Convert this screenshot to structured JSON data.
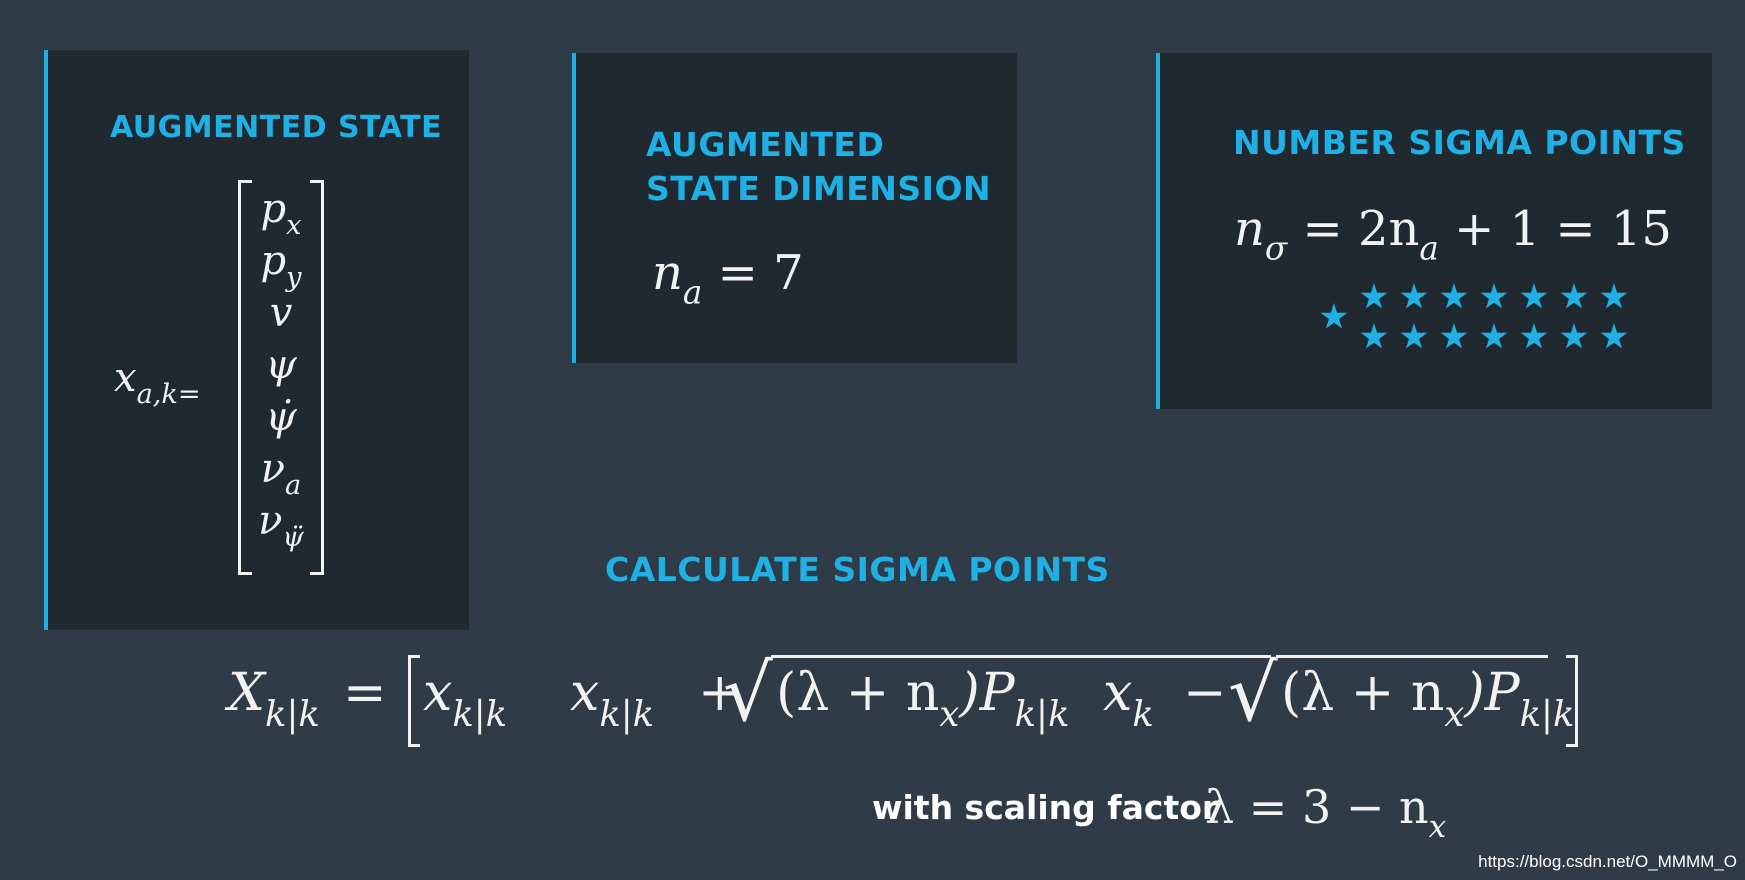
{
  "cards": {
    "augmented_state": {
      "title": "AUGMENTED STATE",
      "lhs": "x",
      "lhs_sub": "a,k=",
      "entries": [
        {
          "base": "p",
          "sub": "x"
        },
        {
          "base": "p",
          "sub": "y"
        },
        {
          "base": "v",
          "sub": ""
        },
        {
          "base": "ψ",
          "sub": ""
        },
        {
          "base": "ψ̇",
          "sub": ""
        },
        {
          "base": "ν",
          "sub": "a"
        },
        {
          "base": "ν",
          "sub": "ψ̈"
        }
      ]
    },
    "augmented_dimension": {
      "title_line1": "AUGMENTED",
      "title_line2": "STATE DIMENSION",
      "formula_base": "n",
      "formula_sub": "a",
      "formula_rest": " = 7"
    },
    "number_sigma_points": {
      "title": "NUMBER SIGMA POINTS",
      "n": "n",
      "n_sub": "σ",
      "mid": " = 2n",
      "mid_sub": "a",
      "end": " + 1 = 15",
      "star_count": 15,
      "star_color": "#1fb1e6"
    }
  },
  "calculate": {
    "title": "CALCULATE SIGMA POINTS",
    "lhs": "X",
    "lhs_sub": "k|k",
    "eq": "=",
    "t1": "x",
    "t1_sub": "k|k",
    "t2": "x",
    "t2_sub": "k|k",
    "plus": "+",
    "rad1": "(λ + n",
    "rad1_sub": "x",
    "rad1_end": ")P",
    "rad1_end_sub": "k|k",
    "t3": "x",
    "t3_sub": "k",
    "minus": "−",
    "rad2": "(λ + n",
    "rad2_sub": "x",
    "rad2_end": ")P",
    "rad2_end_sub": "k|k"
  },
  "scaling": {
    "label": "with scaling factor",
    "formula": "λ = 3 − n",
    "formula_sub": "x"
  },
  "watermark": "https://blog.csdn.net/O_MMMM_O",
  "colors": {
    "accent": "#1fb1e6",
    "background": "#2f3b46",
    "card": "#202830"
  }
}
